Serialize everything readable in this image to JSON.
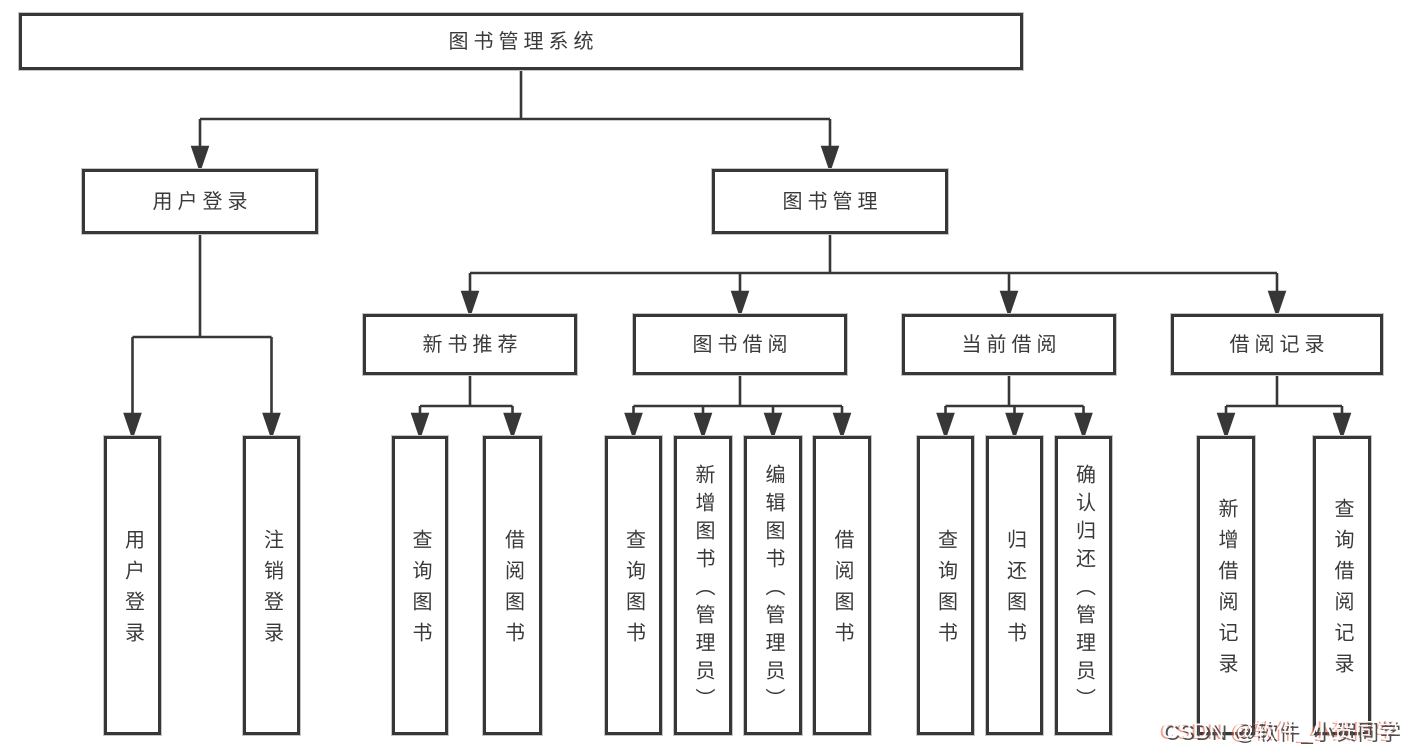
{
  "tree": {
    "root": {
      "label": "图书管理系统"
    },
    "user_login": {
      "label": "用户登录",
      "children": [
        {
          "label": "用户登录"
        },
        {
          "label": "注销登录"
        }
      ]
    },
    "book_mgmt": {
      "label": "图书管理",
      "sections": [
        {
          "label": "新书推荐",
          "children": [
            {
              "label": "查询图书"
            },
            {
              "label": "借阅图书"
            }
          ]
        },
        {
          "label": "图书借阅",
          "children": [
            {
              "label": "查询图书"
            },
            {
              "label": "新增图书（管理员）"
            },
            {
              "label": "编辑图书（管理员）"
            },
            {
              "label": "借阅图书"
            }
          ]
        },
        {
          "label": "当前借阅",
          "children": [
            {
              "label": "查询图书"
            },
            {
              "label": "归还图书"
            },
            {
              "label": "确认归还（管理员）"
            }
          ]
        },
        {
          "label": "借阅记录",
          "children": [
            {
              "label": "新增借阅记录"
            },
            {
              "label": "查询借阅记录"
            }
          ]
        }
      ]
    }
  },
  "watermark": {
    "prefix": "CSDN @软件_",
    "suffix": "小贺同学"
  },
  "colors": {
    "line": "#373737",
    "box_border": "#373737",
    "text": "#3a3a3a",
    "background": "#ffffff",
    "watermark_shadow": "#4e4e4e",
    "watermark_accent": "#e8543c"
  }
}
